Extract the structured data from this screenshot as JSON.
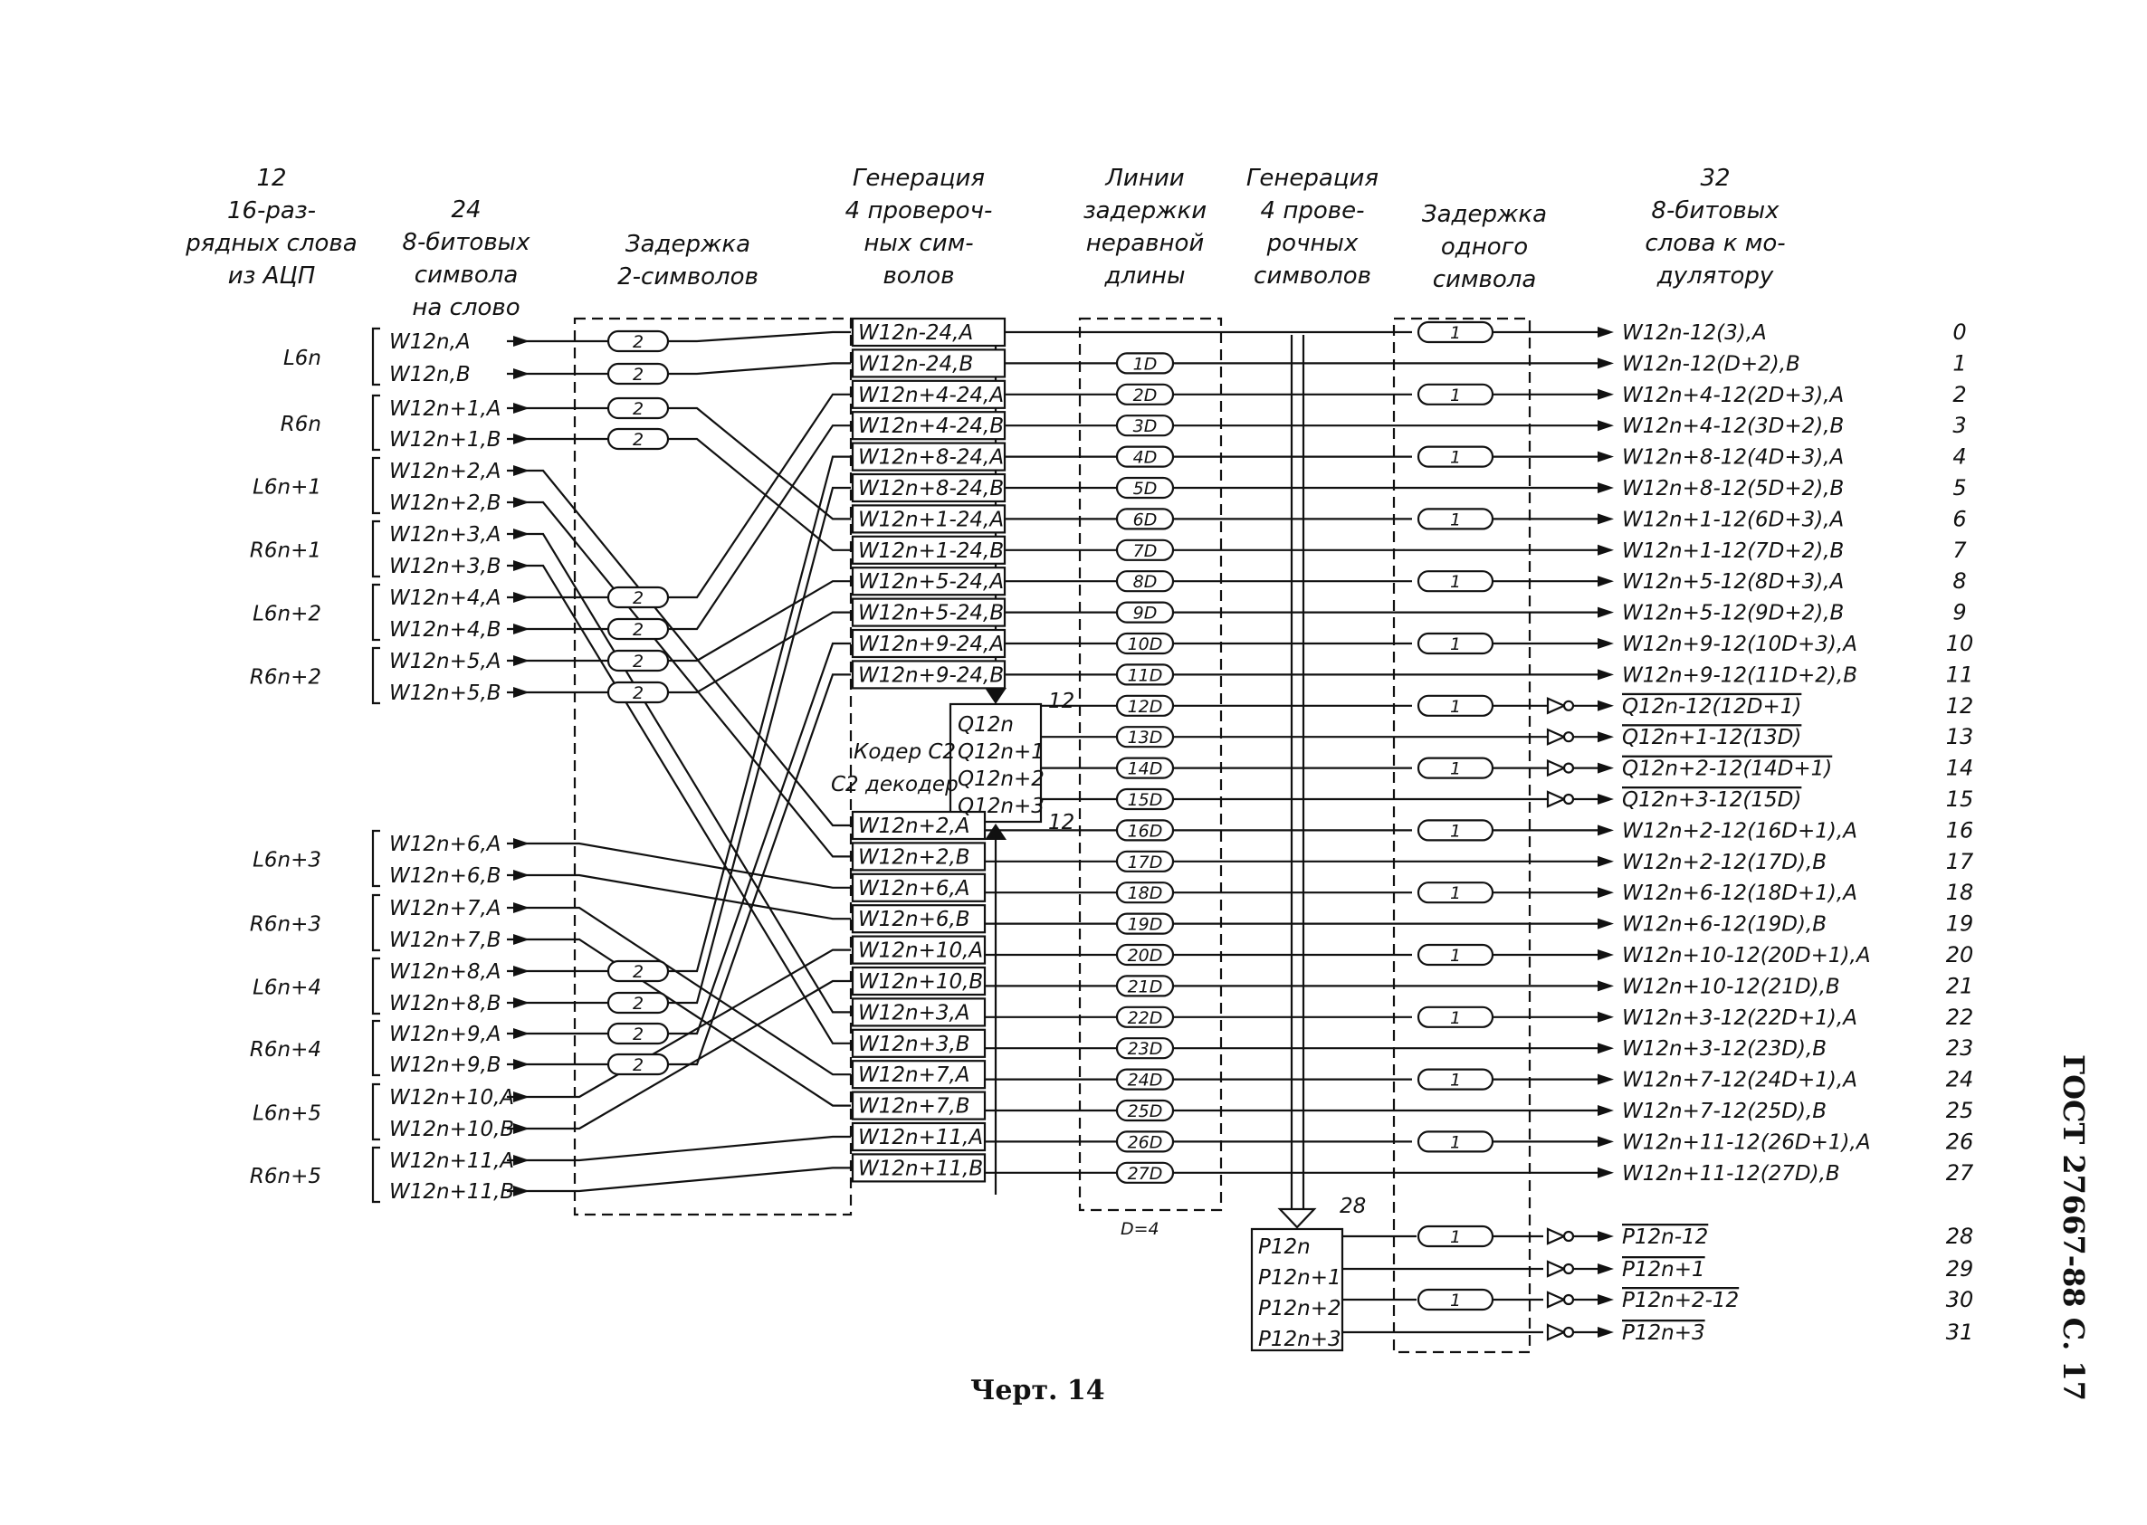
{
  "headers": {
    "h_adc": [
      "12",
      "16-раз-",
      "рядных слова",
      "из АЦП"
    ],
    "h_sym": [
      "24",
      "8-битовых",
      "символа",
      "на слово"
    ],
    "h_delay2": [
      "Задержка",
      "2-символов"
    ],
    "h_gen1": [
      "Генерация",
      "4 провероч-",
      "ных сим-",
      "волов"
    ],
    "h_lines": [
      "Линии",
      "задержки",
      "неравной",
      "длины"
    ],
    "h_gen2": [
      "Генерация",
      "4 прове-",
      "рочных",
      "символов"
    ],
    "h_delay1": [
      "Задержка",
      "одного",
      "символа"
    ],
    "h_out": [
      "32",
      "8-битовых",
      "слова к мо-",
      "дулятору"
    ]
  },
  "groups": [
    "L6n",
    "R6n",
    "L6n+1",
    "R6n+1",
    "L6n+2",
    "R6n+2",
    "L6n+3",
    "R6n+3",
    "L6n+4",
    "R6n+4",
    "L6n+5",
    "R6n+5"
  ],
  "inputs": [
    "W12n,A",
    "W12n,B",
    "W12n+1,A",
    "W12n+1,B",
    "W12n+2,A",
    "W12n+2,B",
    "W12n+3,A",
    "W12n+3,B",
    "W12n+4,A",
    "W12n+4,B",
    "W12n+5,A",
    "W12n+5,B",
    "W12n+6,A",
    "W12n+6,B",
    "W12n+7,A",
    "W12n+7,B",
    "W12n+8,A",
    "W12n+8,B",
    "W12n+9,A",
    "W12n+9,B",
    "W12n+10,A",
    "W12n+10,B",
    "W12n+11,A",
    "W12n+11,B"
  ],
  "delay2_label": "2",
  "delay2_rows": [
    0,
    1,
    2,
    3,
    8,
    9,
    10,
    11,
    16,
    17,
    18,
    19
  ],
  "encoder_inputs_top": [
    "W12n-24,A",
    "W12n-24,B",
    "W12n+4-24,A",
    "W12n+4-24,B",
    "W12n+8-24,A",
    "W12n+8-24,B",
    "W12n+1-24,A",
    "W12n+1-24,B",
    "W12n+5-24,A",
    "W12n+5-24,B",
    "W12n+9-24,A",
    "W12n+9-24,B"
  ],
  "encoder_inputs_bottom": [
    "W12n+2,A",
    "W12n+2,B",
    "W12n+6,A",
    "W12n+6,B",
    "W12n+10,A",
    "W12n+10,B",
    "W12n+3,A",
    "W12n+3,B",
    "W12n+7,A",
    "W12n+7,B",
    "W12n+11,A",
    "W12n+11,B"
  ],
  "encoder_label": [
    "Кодер C2",
    "C2 декодер"
  ],
  "q_outputs": [
    "Q12n",
    "Q12n+1",
    "Q12n+2",
    "Q12n+3"
  ],
  "q_count_label": "12",
  "delay_lines": [
    "1D",
    "2D",
    "3D",
    "4D",
    "5D",
    "6D",
    "7D",
    "8D",
    "9D",
    "10D",
    "11D",
    "12D",
    "13D",
    "14D",
    "15D",
    "16D",
    "17D",
    "18D",
    "19D",
    "20D",
    "21D",
    "22D",
    "23D",
    "24D",
    "25D",
    "26D",
    "27D"
  ],
  "d_note": "D=4",
  "p_count_label": "28",
  "p_outputs": [
    "P12n",
    "P12n+1",
    "P12n+2",
    "P12n+3"
  ],
  "delay1_label": "1",
  "outputs": [
    "W12n-12(3),A",
    "W12n-12(D+2),B",
    "W12n+4-12(2D+3),A",
    "W12n+4-12(3D+2),B",
    "W12n+8-12(4D+3),A",
    "W12n+8-12(5D+2),B",
    "W12n+1-12(6D+3),A",
    "W12n+1-12(7D+2),B",
    "W12n+5-12(8D+3),A",
    "W12n+5-12(9D+2),B",
    "W12n+9-12(10D+3),A",
    "W12n+9-12(11D+2),B",
    "Q12n-12(12D+1)",
    "Q12n+1-12(13D)",
    "Q12n+2-12(14D+1)",
    "Q12n+3-12(15D)",
    "W12n+2-12(16D+1),A",
    "W12n+2-12(17D),B",
    "W12n+6-12(18D+1),A",
    "W12n+6-12(19D),B",
    "W12n+10-12(20D+1),A",
    "W12n+10-12(21D),B",
    "W12n+3-12(22D+1),A",
    "W12n+3-12(23D),B",
    "W12n+7-12(24D+1),A",
    "W12n+7-12(25D),B",
    "W12n+11-12(26D+1),A",
    "W12n+11-12(27D),B",
    "P12n-12",
    "P12n+1",
    "P12n+2-12",
    "P12n+3"
  ],
  "output_numbers": [
    "0",
    "1",
    "2",
    "3",
    "4",
    "5",
    "6",
    "7",
    "8",
    "9",
    "10",
    "11",
    "12",
    "13",
    "14",
    "15",
    "16",
    "17",
    "18",
    "19",
    "20",
    "21",
    "22",
    "23",
    "24",
    "25",
    "26",
    "27",
    "28",
    "29",
    "30",
    "31"
  ],
  "caption": "Черт. 14",
  "gost": "ГОСТ 27667-88 С. 17"
}
